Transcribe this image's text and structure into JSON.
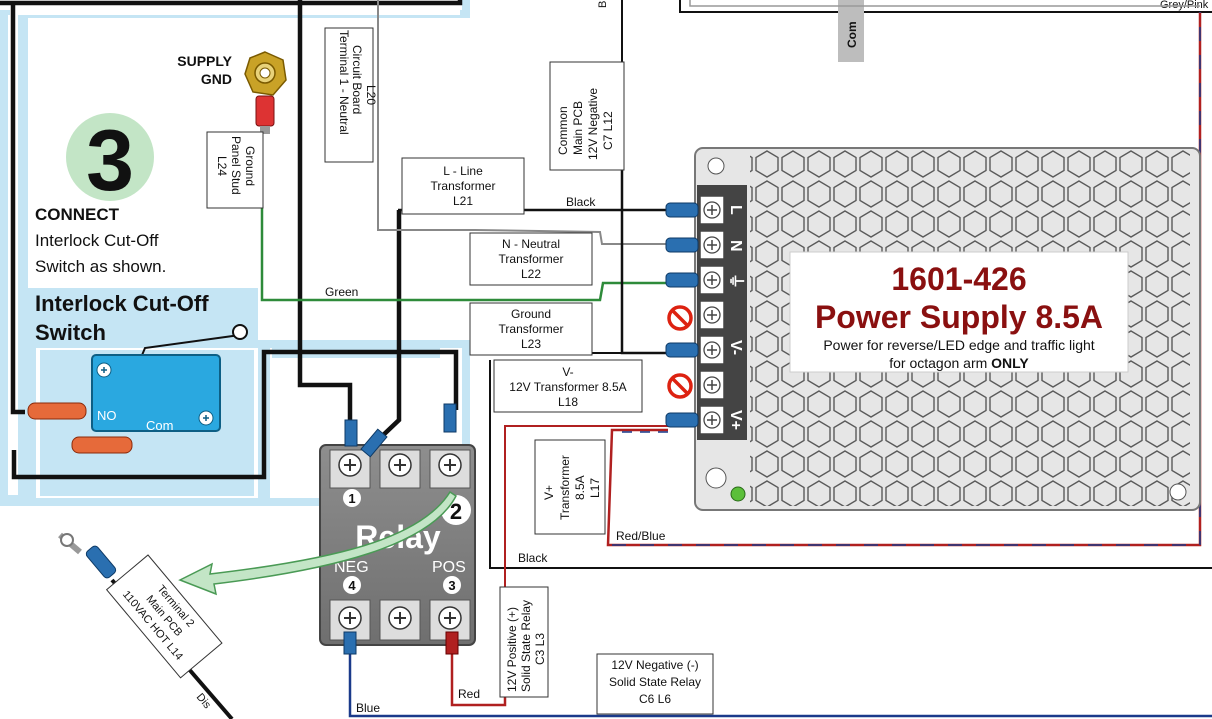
{
  "step": {
    "number": "3",
    "title": "CONNECT",
    "line1": "Interlock Cut-Off",
    "line2": "Switch as shown."
  },
  "switch": {
    "title_line1": "Interlock Cut-Off",
    "title_line2": "Switch",
    "no_label": "NO",
    "com_label": "Com"
  },
  "supply_gnd": {
    "line1": "SUPPLY",
    "line2": "GND"
  },
  "power_supply": {
    "model": "1601-426",
    "name": "Power Supply 8.5A",
    "desc_line1": "Power for reverse/LED edge and traffic light",
    "desc_line2_prefix": "for octagon arm ",
    "desc_line2_bold": "ONLY",
    "terminals": [
      "L",
      "N",
      "⏚",
      "",
      "V-",
      "",
      "V+"
    ]
  },
  "relay": {
    "title": "Relay",
    "neg": "NEG",
    "pos": "POS",
    "n1": "1",
    "n2": "2",
    "n3": "3",
    "n4": "4"
  },
  "labels": {
    "l20": {
      "l1": "Terminal 1 - Neutral",
      "l2": "Circuit Board",
      "l3": "L20"
    },
    "l24": {
      "l1": "Ground",
      "l2": "Panel Stud",
      "l3": "L24"
    },
    "l12": {
      "l1": "Common",
      "l2": "Main PCB",
      "l3": "12V Negative",
      "l4": "C7 L12"
    },
    "l21": {
      "l1": "L - Line",
      "l2": "Transformer",
      "l3": "L21"
    },
    "l22": {
      "l1": "N - Neutral",
      "l2": "Transformer",
      "l3": "L22"
    },
    "l23": {
      "l1": "Ground",
      "l2": "Transformer",
      "l3": "L23"
    },
    "l18": {
      "l1": "V-",
      "l2": "12V Transformer 8.5A",
      "l3": "L18"
    },
    "l17": {
      "l1": "V+",
      "l2": "Transformer",
      "l3": "8.5A",
      "l4": "L17"
    },
    "l3": {
      "l1": "12V Positive (+)",
      "l2": "Solid State Relay",
      "l3": "C3 L3"
    },
    "l6": {
      "l1": "12V Negative (-)",
      "l2": "Solid State Relay",
      "l3": "C6 L6"
    },
    "l14": {
      "l1": "Terminal 2",
      "l2": "Main PCB",
      "l3": "110VAC HOT L14"
    }
  },
  "wire_labels": {
    "black1": "Black",
    "green": "Green",
    "red_blue": "Red/Blue",
    "black2": "Black",
    "red": "Red",
    "blue": "Blue",
    "com_tag": "Com",
    "grey_pink": "Grey/Pink",
    "dis": "Dis",
    "top_b": "B"
  }
}
